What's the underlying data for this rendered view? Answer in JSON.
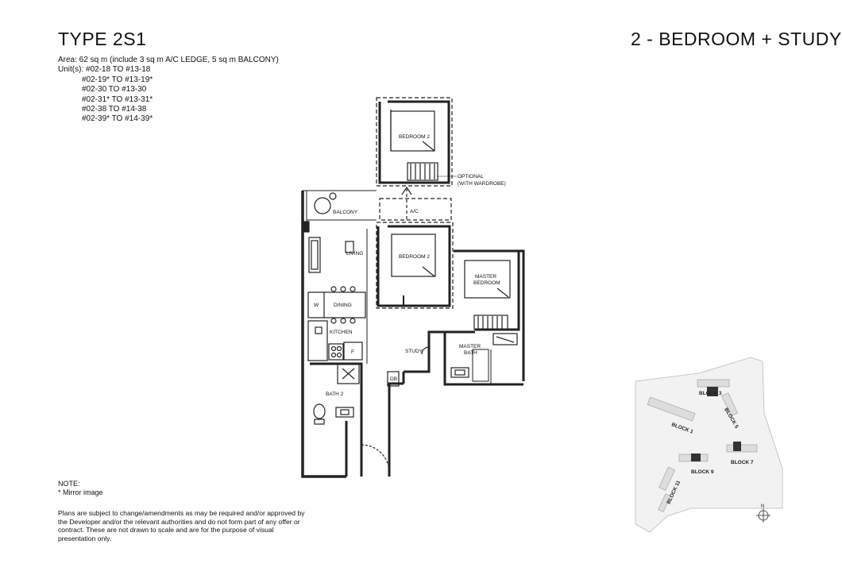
{
  "header": {
    "type_title": "TYPE 2S1",
    "category": "2 - BEDROOM + STUDY"
  },
  "info": {
    "area": "Area: 62 sq m (include 3 sq m A/C LEDGE, 5 sq m BALCONY)",
    "units_label": "Unit(s):",
    "units": [
      "#02-18 TO #13-18",
      "#02-19* TO #13-19*",
      "#02-30 TO #13-30",
      "#02-31* TO #13-31*",
      "#02-38 TO #14-38",
      "#02-39* TO #14-39*"
    ]
  },
  "plan": {
    "rooms": {
      "bedroom2_optional": "BEDROOM 2",
      "optional_line1": "OPTIONAL",
      "optional_line2": "(WITH WARDROBE)",
      "balcony": "BALCONY",
      "ac": "A/C",
      "living": "LIVING",
      "bedroom2": "BEDROOM 2",
      "master_bedroom_line1": "MASTER",
      "master_bedroom_line2": "BEDROOM",
      "dining": "DINING",
      "w": "W",
      "kitchen": "KITCHEN",
      "f": "F",
      "study": "STUDY",
      "master_bath_line1": "MASTER",
      "master_bath_line2": "BATH",
      "db": "DB",
      "bath2": "BATH 2"
    }
  },
  "keyplan": {
    "blocks": [
      "BLOCK 1",
      "BLOCK 3",
      "BLOCK 5",
      "BLOCK 7",
      "BLOCK 9",
      "BLOCK 11"
    ],
    "north": "N"
  },
  "notes": {
    "title": "NOTE:",
    "mirror": "* Mirror image",
    "disclaimer": "Plans are subject to change/amendments as may be required and/or approved by the Developer and/or the relevant authorities and do not form part of any offer or contract. These are not drawn to scale and are for the purpose of visual presentation only."
  }
}
